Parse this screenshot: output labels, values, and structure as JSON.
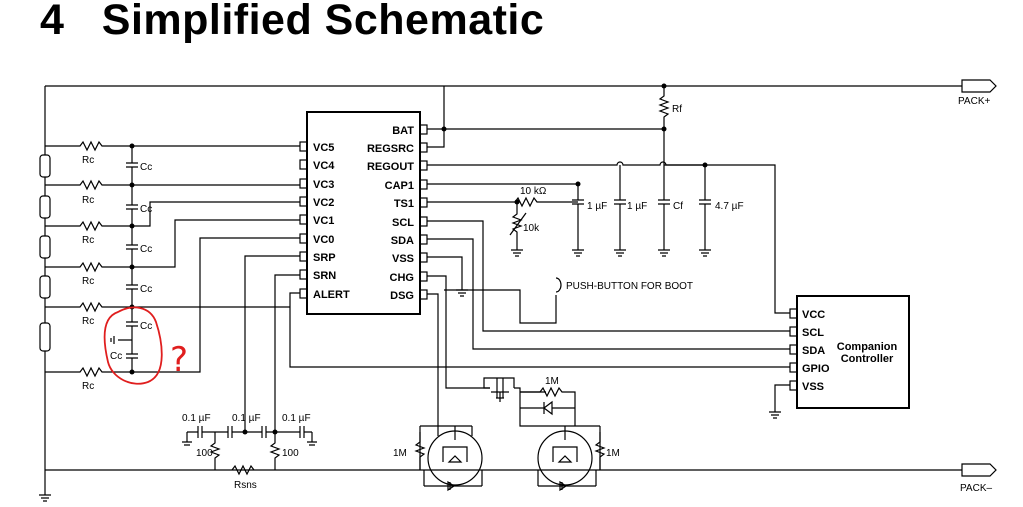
{
  "heading": {
    "number": "4",
    "title": "Simplified Schematic"
  },
  "ic": {
    "left_pins": [
      "VC5",
      "VC4",
      "VC3",
      "VC2",
      "VC1",
      "VC0",
      "SRP",
      "SRN",
      "ALERT"
    ],
    "right_pins": [
      "BAT",
      "REGSRC",
      "REGOUT",
      "CAP1",
      "TS1",
      "SCL",
      "SDA",
      "VSS",
      "CHG",
      "DSG"
    ]
  },
  "companion": {
    "title_line1": "Companion",
    "title_line2": "Controller",
    "pins": [
      "VCC",
      "SCL",
      "SDA",
      "GPIO",
      "VSS"
    ]
  },
  "terminals": {
    "pack_plus": "PACK+",
    "pack_minus": "PACK–"
  },
  "components": {
    "rc": "Rc",
    "cc": "Cc",
    "rf": "Rf",
    "cap_1uf": "1 µF",
    "cf": "Cf",
    "cap_4p7uf": "4.7 µF",
    "res_10k_fixed": "10 kΩ",
    "thermistor": "10k",
    "push_button": "PUSH-BUTTON FOR BOOT",
    "res_1m": "1M",
    "cap_0p1uf": "0.1 µF",
    "res_100": "100",
    "rsns": "Rsns"
  },
  "annotation": {
    "mark": "?",
    "color": "#e01e1e"
  }
}
